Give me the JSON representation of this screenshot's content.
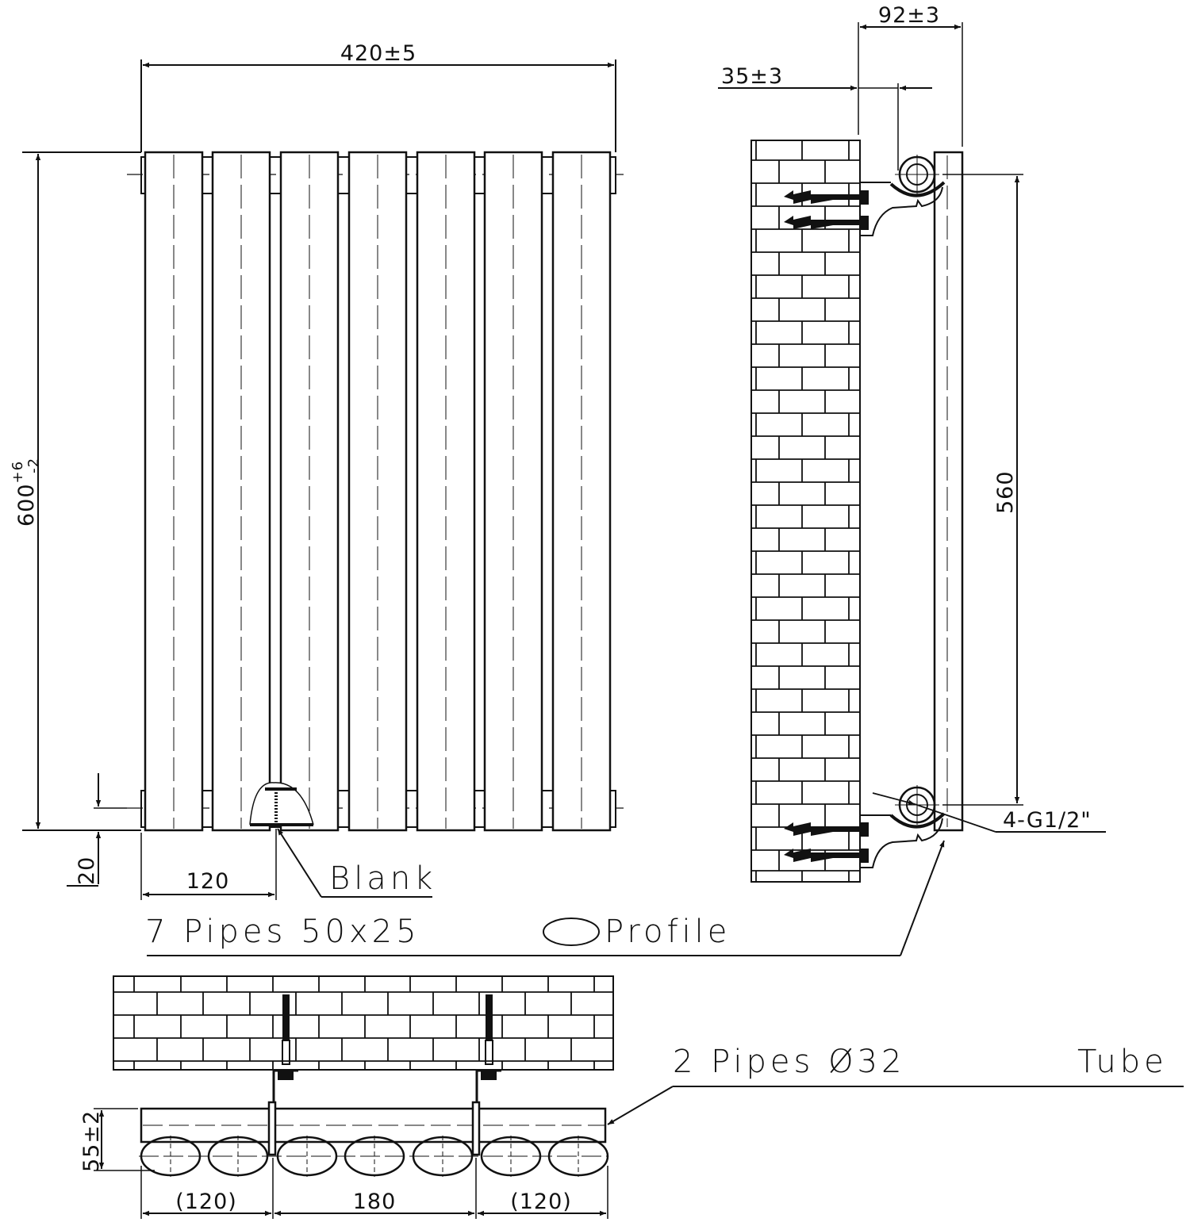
{
  "drawing": {
    "subject": "Vertical flat-tube radiator installation drawing",
    "colors": {
      "line": "#111111",
      "background": "#ffffff"
    }
  },
  "front_view": {
    "width_dim": "420±5",
    "height_dim_base": "600",
    "height_tol_plus": "+6",
    "height_tol_minus": "-2",
    "bottom_offset_dim": "20",
    "blank_offset_dim": "120",
    "blank_label": "Blank",
    "pipes_label": "7 Pipes 50x25",
    "profile_label": "Profile",
    "tube_count": 7
  },
  "side_view": {
    "depth_dim": "92±3",
    "wall_gap_dim": "35±3",
    "centers_dim": "560",
    "connection_label": "4-G1/2\""
  },
  "top_view": {
    "tube_label": "2 Pipes Ø32",
    "tube_suffix": "Tube",
    "depth_dim": "55±2",
    "spacing_left": "(120)",
    "spacing_center": "180",
    "spacing_right": "(120)",
    "profile_count": 7
  }
}
